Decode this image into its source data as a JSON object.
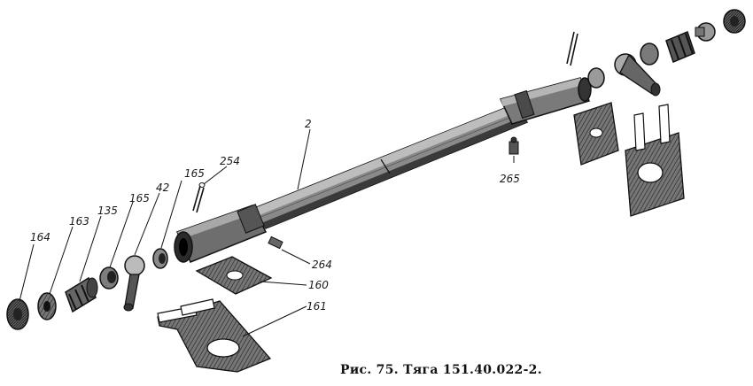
{
  "caption": "Рис. 75. Тяга 151.40.022-2.",
  "callouts": {
    "c164a": "164",
    "c163": "163",
    "c135": "135",
    "c165a": "165",
    "c42": "42",
    "c165b": "165",
    "c254": "254",
    "c2": "2",
    "c265": "265",
    "c264": "264",
    "c160": "160",
    "c161": "161"
  }
}
